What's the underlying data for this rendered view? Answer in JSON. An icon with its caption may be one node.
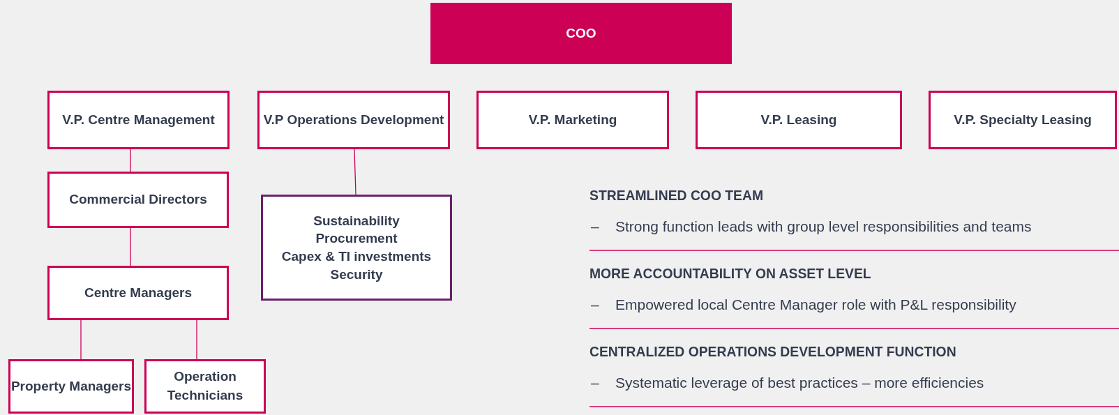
{
  "diagram": {
    "nodes": [
      {
        "text": [
          "COO"
        ]
      },
      {
        "text": [
          "V.P. Centre Management"
        ]
      },
      {
        "text": [
          "V.P Operations Development"
        ]
      },
      {
        "text": [
          "V.P. Marketing"
        ]
      },
      {
        "text": [
          "V.P. Leasing"
        ]
      },
      {
        "text": [
          "V.P. Specialty Leasing"
        ]
      },
      {
        "text": [
          "Commercial Directors"
        ]
      },
      {
        "text": [
          "Sustainability",
          "Procurement",
          "Capex & TI investments",
          "Security"
        ]
      },
      {
        "text": [
          "Centre Managers"
        ]
      },
      {
        "text": [
          "Property Managers"
        ]
      },
      {
        "text": [
          "Operation Technicians"
        ]
      }
    ],
    "edges": [
      {
        "from": 1,
        "to": 6,
        "arrow": "none"
      },
      {
        "from": 6,
        "to": 8,
        "arrow": "none"
      },
      {
        "from": 8,
        "to": 9,
        "arrow": "none"
      },
      {
        "from": 8,
        "to": 10,
        "arrow": "none"
      },
      {
        "from": 2,
        "to": 7,
        "arrow": "none"
      }
    ],
    "labels": [
      "STREAMLINED COO TEAM",
      "–",
      "Strong function leads with group level responsibilities and teams",
      "MORE ACCOUNTABILITY ON ASSET LEVEL",
      "–",
      "Empowered local Centre Manager role with P&L responsibility",
      "CENTRALIZED OPERATIONS DEVELOPMENT FUNCTION",
      "–",
      "Systematic leverage of best practices – more efficiencies"
    ]
  }
}
